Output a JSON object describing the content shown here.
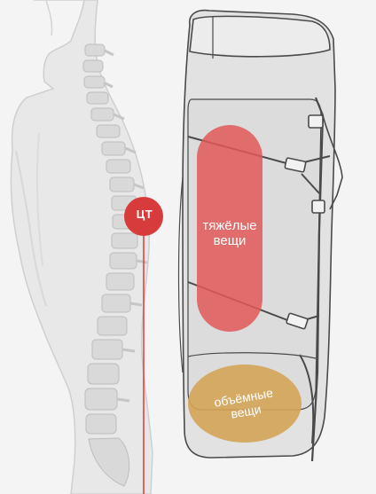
{
  "center_of_gravity": {
    "label": "ЦТ",
    "marker_color": "#d83b3b"
  },
  "zones": {
    "heavy": {
      "line1": "тяжёлые",
      "line2": "вещи",
      "color": "#e15858"
    },
    "bulky": {
      "line1": "объёмные",
      "line2": "вещи",
      "color": "#d4a457"
    }
  }
}
